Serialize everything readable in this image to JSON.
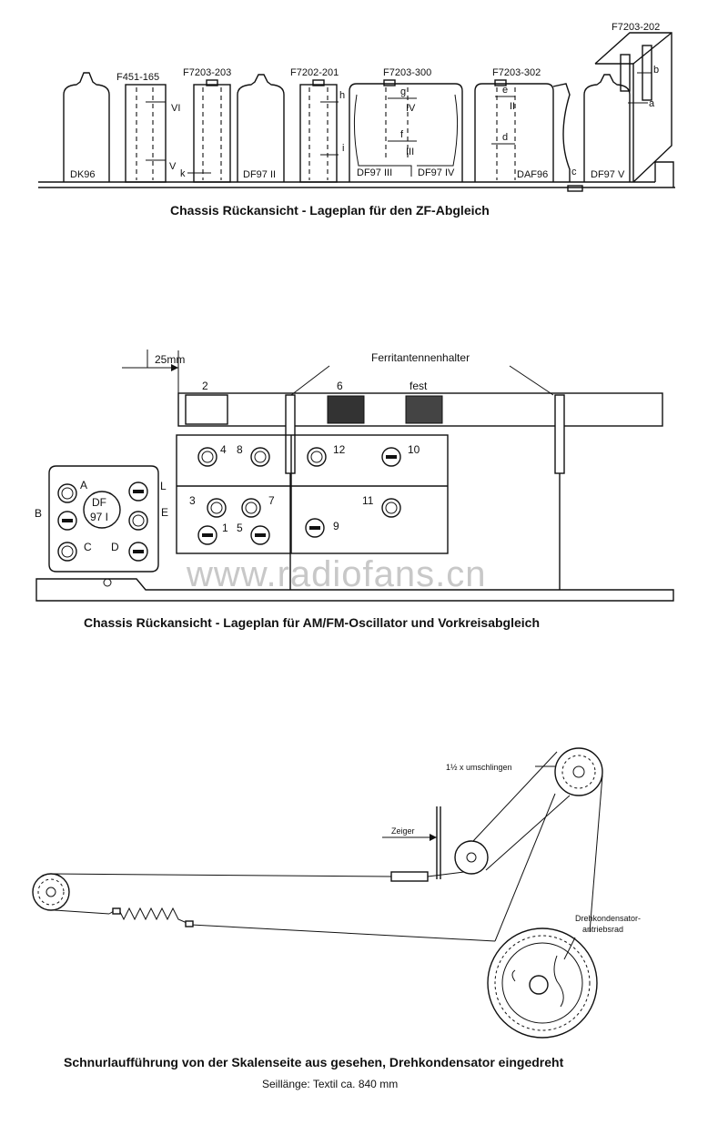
{
  "section1": {
    "caption": "Chassis Rückansicht - Lageplan für den ZF-Abgleich",
    "part_numbers": [
      "F451-165",
      "F7203-203",
      "F7202-201",
      "F7203-300",
      "F7203-302",
      "F7203-202"
    ],
    "tube_labels": [
      "DK96",
      "DF97 II",
      "DF97 III",
      "DF97 IV",
      "DAF96",
      "DF97 V"
    ],
    "point_labels": [
      "VI",
      "V",
      "k",
      "h",
      "i",
      "g",
      "IV",
      "f",
      "III",
      "e",
      "II",
      "d",
      "c",
      "b",
      "a"
    ]
  },
  "section2": {
    "caption": "Chassis Rückansicht - Lageplan für AM/FM-Oscillator und Vorkreisabgleich",
    "dimension": "25mm",
    "holder_label": "Ferritantennenhalter",
    "coil_labels": [
      "2",
      "6",
      "fest"
    ],
    "trimmers": [
      "4",
      "8",
      "12",
      "10",
      "3",
      "7",
      "11",
      "1",
      "5",
      "9"
    ],
    "tube_label_line1": "DF",
    "tube_label_line2": "97 I",
    "socket_points": [
      "A",
      "B",
      "C",
      "D",
      "E",
      "L"
    ]
  },
  "section3": {
    "caption": "Schnurlaufführung von der Skalenseite aus gesehen, Drehkondensator eingedreht",
    "subcaption": "Seillänge: Textil ca. 840 mm",
    "wrap_label": "1½ x umschlingen",
    "pointer_label": "Zeiger",
    "drive_label_line1": "Drehkondensator-",
    "drive_label_line2": "antriebsrad"
  },
  "watermark": "www.radiofans.cn"
}
